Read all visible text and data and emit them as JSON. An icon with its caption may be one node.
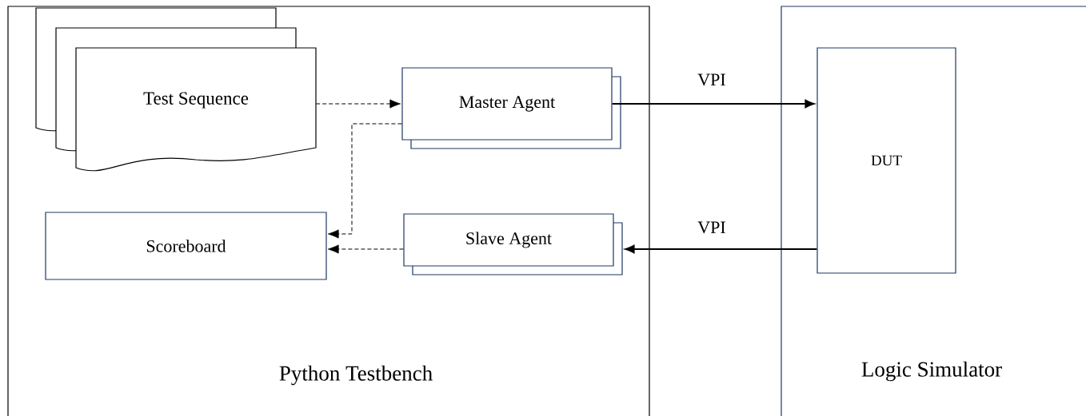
{
  "diagram": {
    "nodes": [
      {
        "text": [
          "Python Testbench"
        ]
      },
      {
        "text": [
          "Test Sequence"
        ],
        "in": 0
      },
      {
        "text": [
          "Master Agent"
        ],
        "in": 0
      },
      {
        "text": [
          "Scoreboard"
        ],
        "in": 0
      },
      {
        "text": [
          "Slave Agent"
        ],
        "in": 0
      },
      {
        "text": [
          "Logic Simulator"
        ]
      },
      {
        "text": [
          "DUT"
        ],
        "in": 5
      }
    ],
    "edges": [
      {
        "from": 1,
        "to": 2,
        "arrow": "to",
        "style": "dashed"
      },
      {
        "from": 2,
        "to": 3,
        "arrow": "to",
        "style": "dashed"
      },
      {
        "from": 4,
        "to": 3,
        "arrow": "to",
        "style": "dashed"
      },
      {
        "from": 2,
        "to": 6,
        "arrow": "to",
        "label": "VPI"
      },
      {
        "from": 6,
        "to": 4,
        "arrow": "to",
        "label": "VPI"
      }
    ]
  }
}
